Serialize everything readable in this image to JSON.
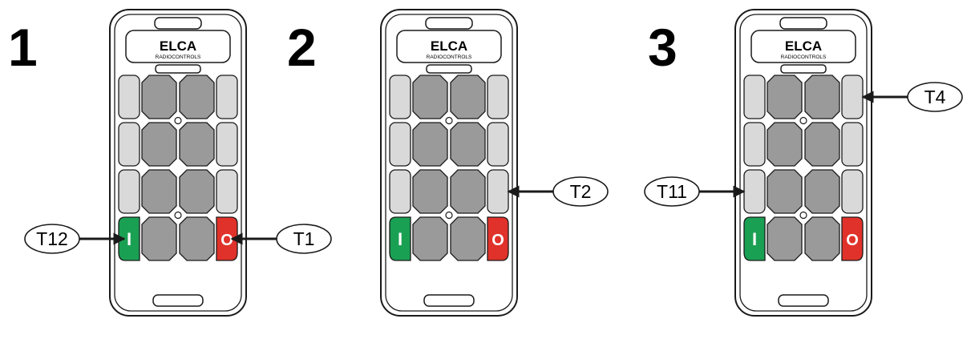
{
  "colors": {
    "outline": "#1a1a1a",
    "side_key": "#d9d9d9",
    "center_key": "#9a9a9a",
    "start_button": "#1aa053",
    "stop_button": "#e0322a",
    "background": "#ffffff"
  },
  "remote": {
    "brand": "ELCA",
    "brand_sub": "RADIOCONTROLS",
    "start_symbol": "I",
    "stop_symbol": "O"
  },
  "panels": [
    {
      "step": "1",
      "callouts": [
        {
          "label": "T12",
          "target": "start-button",
          "side": "left"
        },
        {
          "label": "T1",
          "target": "stop-button",
          "side": "right"
        }
      ]
    },
    {
      "step": "2",
      "callouts": [
        {
          "label": "T2",
          "target": "row-3-right-key",
          "side": "right"
        }
      ]
    },
    {
      "step": "3",
      "callouts": [
        {
          "label": "T4",
          "target": "row-1-right-key",
          "side": "right"
        },
        {
          "label": "T11",
          "target": "row-3-left-key",
          "side": "left"
        }
      ]
    }
  ]
}
